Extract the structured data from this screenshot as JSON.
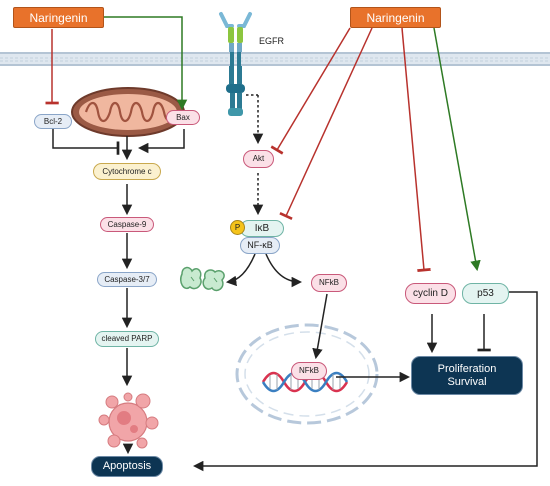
{
  "naringenin_left": "Naringenin",
  "naringenin_right": "Naringenin",
  "egfr": "EGFR",
  "bcl2": "Bcl-2",
  "bax": "Bax",
  "cytochrome_c": "Cytochrome c",
  "caspase9": "Caspase-9",
  "caspase37": "Caspase-3/7",
  "cleaved_parp": "cleaved PARP",
  "akt": "Akt",
  "phospho": "P",
  "ikb": "IκB",
  "nfkb_complex": "NF-κB",
  "nfkb_free": "NFkB",
  "nfkb_nuclear": "NFkB",
  "cyclin_d": "cyclin D",
  "p53": "p53",
  "proliferation_line1": "Proliferation",
  "proliferation_line2": "Survival",
  "apoptosis": "Apoptosis",
  "colors": {
    "activation_green": "#2e7a24",
    "inhibition_red": "#b8322d",
    "neutral_black": "#222222",
    "naringenin_orange": "#e8722b",
    "outcome_navy": "#0d3553"
  }
}
